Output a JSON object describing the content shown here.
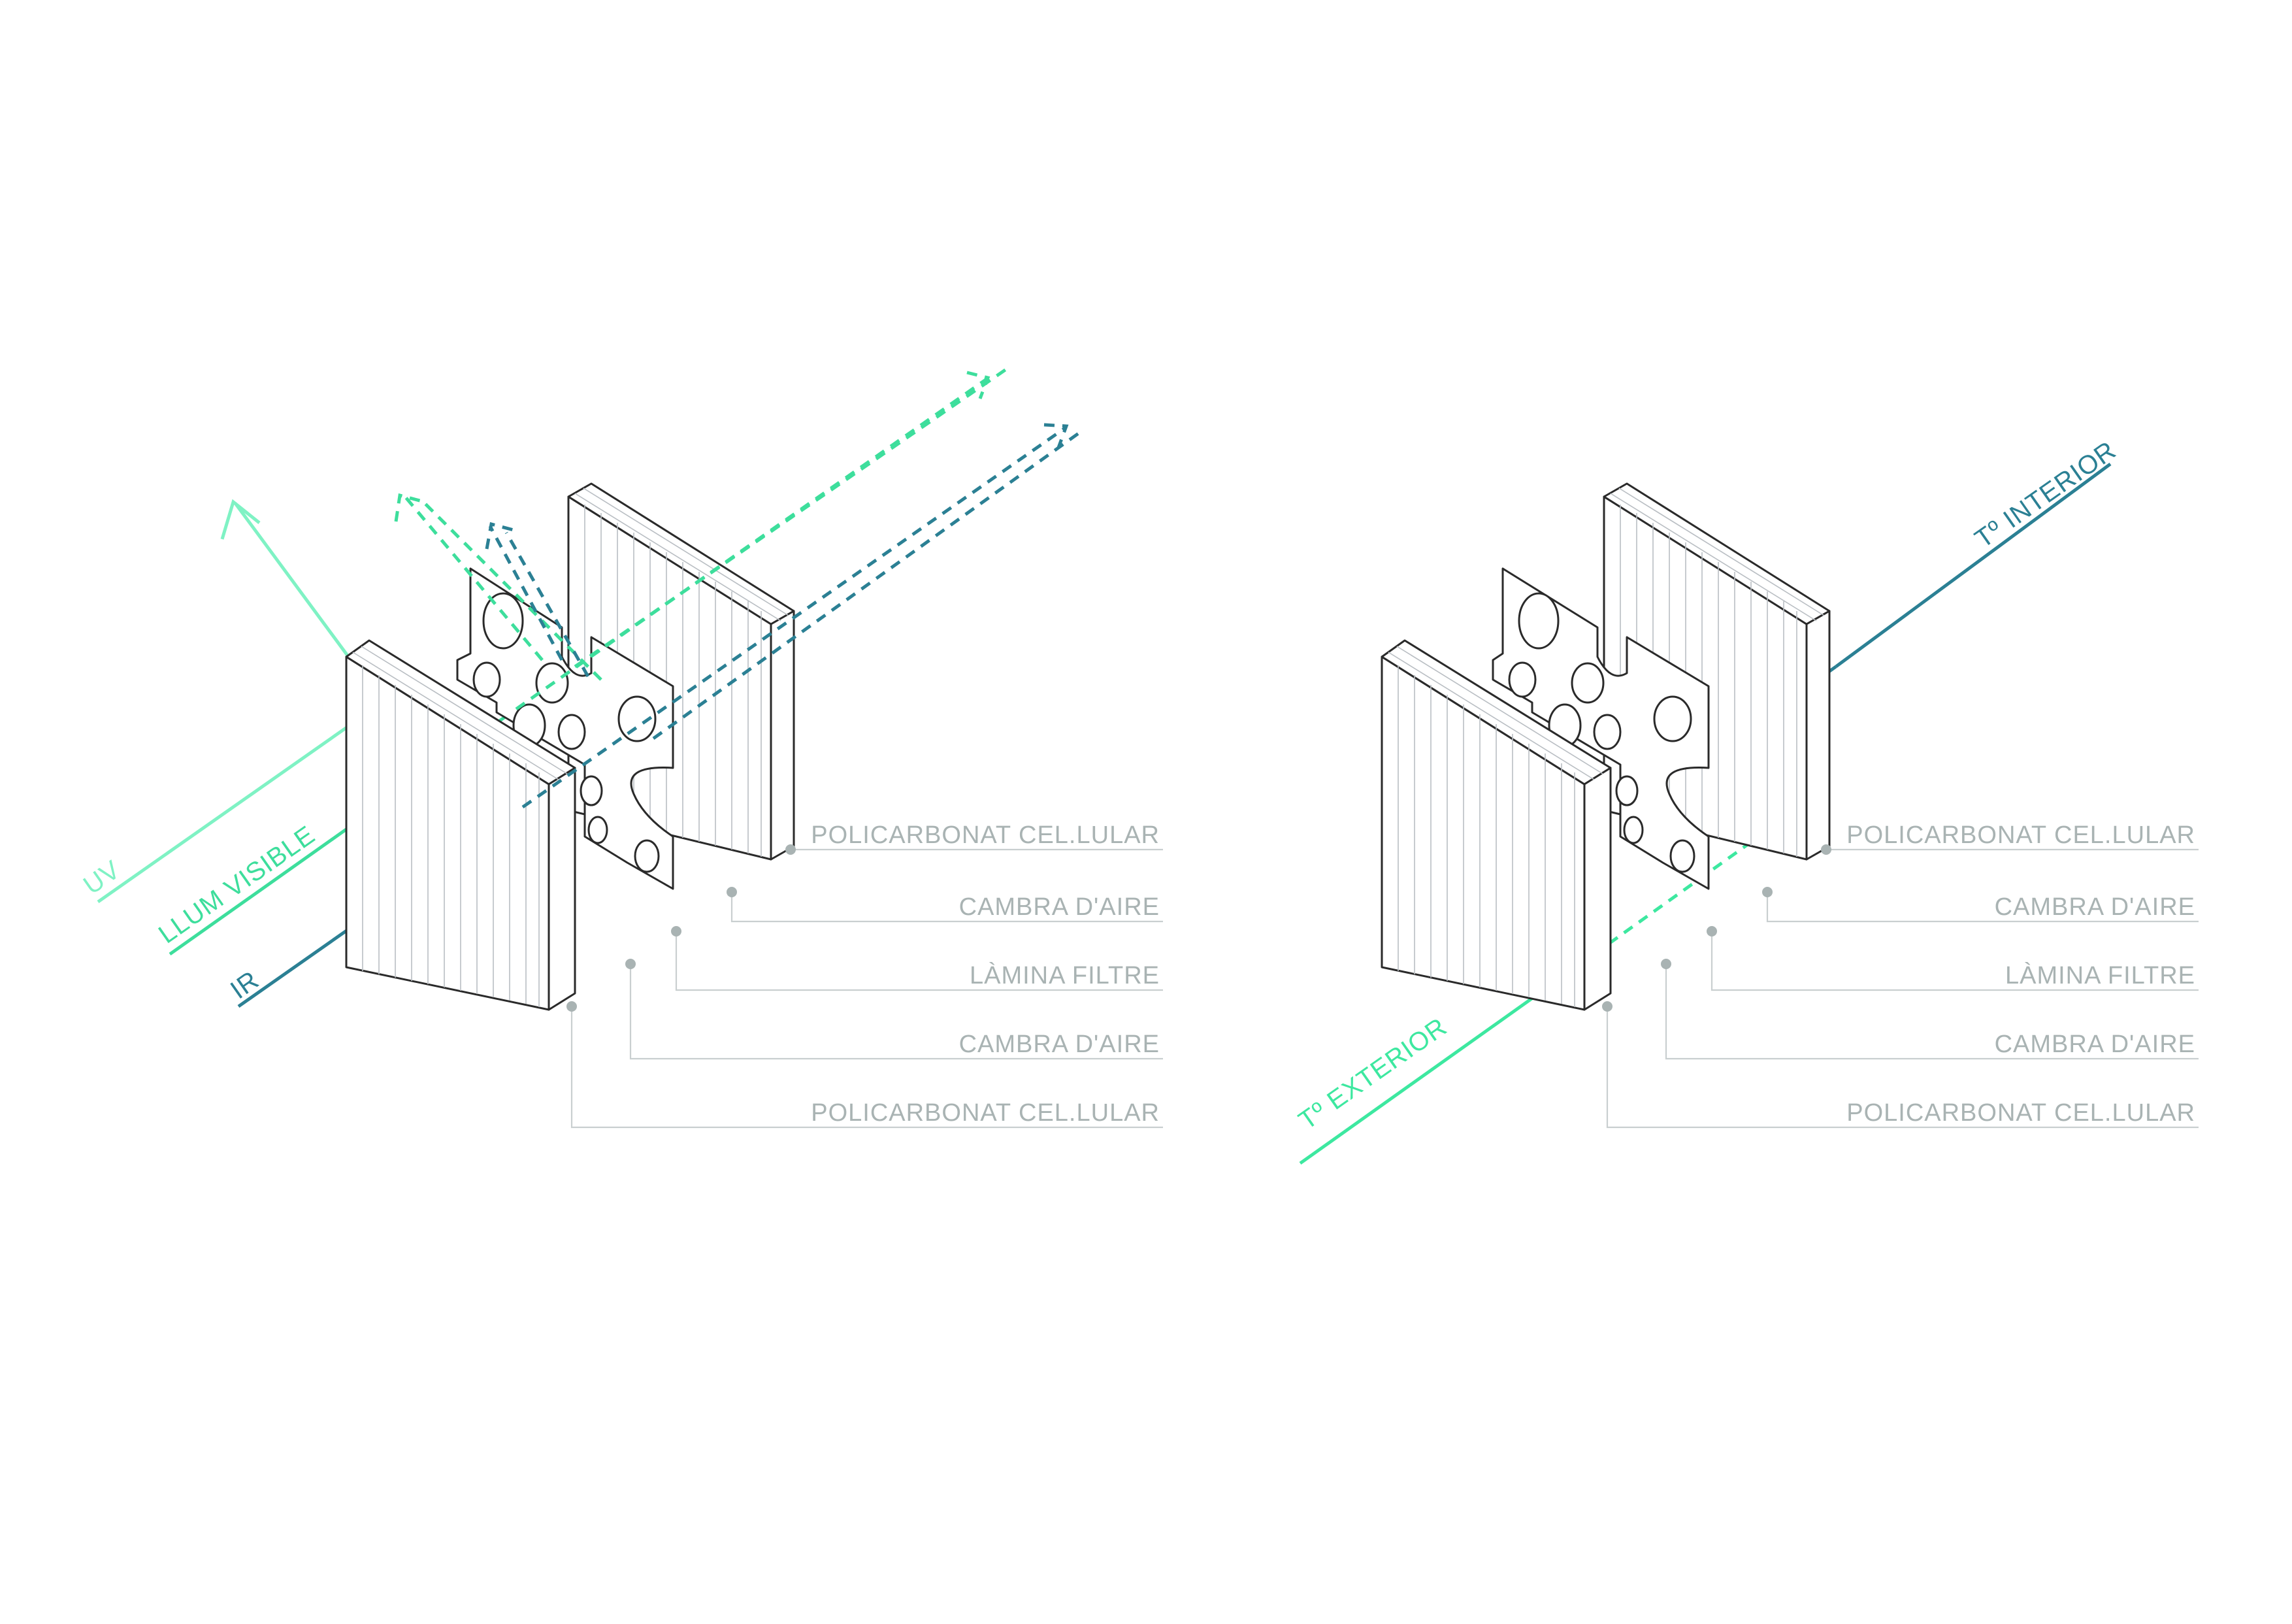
{
  "colors": {
    "uv": "#7ff2c4",
    "visible": "#3dde9c",
    "ir": "#2b8094",
    "t_interior": "#2b8094",
    "t_exterior": "#3de8a0",
    "label_gray": "#a9b3b3"
  },
  "left_diagram": {
    "rays": [
      {
        "key": "uv",
        "label": "UV"
      },
      {
        "key": "visible",
        "label": "LLUM VISIBLE"
      },
      {
        "key": "ir",
        "label": "IR"
      }
    ],
    "callouts": [
      "POLICARBONAT CEL.LULAR",
      "CAMBRA D'AIRE",
      "LÀMINA FILTRE",
      "CAMBRA D'AIRE",
      "POLICARBONAT CEL.LULAR"
    ]
  },
  "right_diagram": {
    "flows": [
      {
        "key": "t_interior",
        "label": "Tº INTERIOR"
      },
      {
        "key": "t_exterior",
        "label": "Tº EXTERIOR"
      }
    ],
    "callouts": [
      "POLICARBONAT CEL.LULAR",
      "CAMBRA D'AIRE",
      "LÀMINA FILTRE",
      "CAMBRA D'AIRE",
      "POLICARBONAT CEL.LULAR"
    ]
  }
}
